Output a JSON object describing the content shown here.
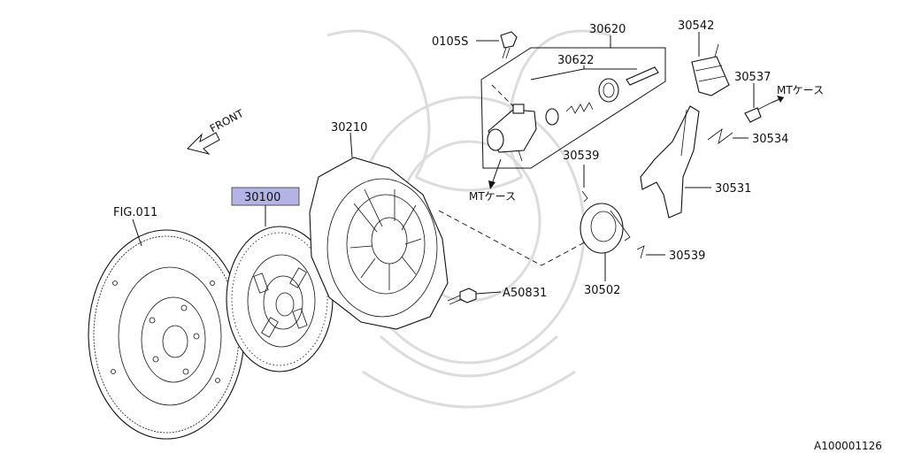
{
  "direction": {
    "text": "FRONT"
  },
  "part_labels": {
    "flywheel": "FIG.011",
    "clutch_disc": "30100",
    "clutch_cover": "30210",
    "bolt_cover": "A50831",
    "release_bearing": "30502",
    "release_fork": "30531",
    "fork_boot": "30542",
    "pivot": "30537",
    "spring": "30534",
    "clip_upper": "30539",
    "clip_lower": "30539",
    "slave_cylinder": "30620",
    "repair_kit": "30622",
    "bleeder_bolt": "0105S"
  },
  "case_labels": {
    "mt_case_left": "MTケース",
    "mt_case_right": "MTケース"
  },
  "diagram_id": "A100001126",
  "colors": {
    "highlight": "#b3b3e6",
    "line": "#111111"
  }
}
